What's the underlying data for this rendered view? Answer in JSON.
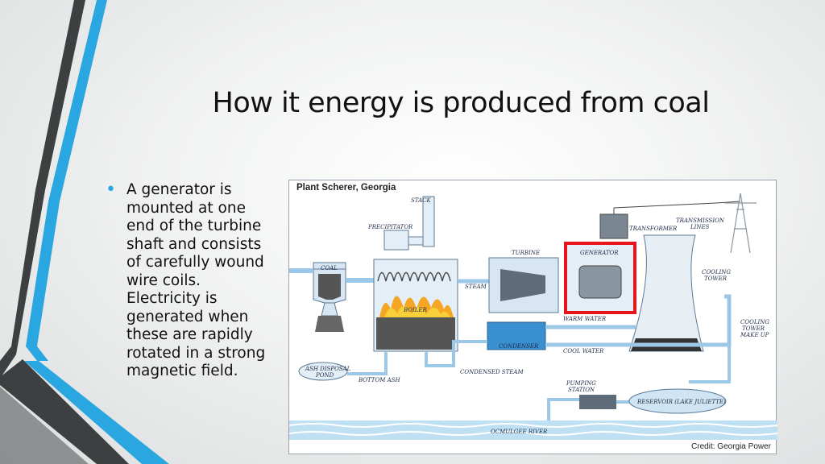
{
  "slide": {
    "title": "How it energy is produced from coal",
    "bullet": "A generator is mounted at one end of the turbine shaft and consists of carefully wound wire coils. Electricity is generated when these are rapidly rotated in a strong magnetic field."
  },
  "figure": {
    "title": "Plant Scherer, Georgia",
    "credit": "Credit: Georgia Power",
    "labels": {
      "stack": "STACK",
      "precipitator": "PRECIPITATOR",
      "coal": "COAL",
      "boiler": "BOILER",
      "steam": "STEAM",
      "turbine": "TURBINE",
      "generator": "GENERATOR",
      "transformer": "TRANSFORMER",
      "transmission_lines_1": "TRANSMISSION",
      "transmission_lines_2": "LINES",
      "cooling_tower_1": "COOLING",
      "cooling_tower_2": "TOWER",
      "makeup_1": "COOLING",
      "makeup_2": "TOWER",
      "makeup_3": "MAKE UP",
      "warm_water": "WARM WATER",
      "condenser": "CONDENSER",
      "cool_water": "COOL WATER",
      "ash_pond_1": "ASH DISPOSAL",
      "ash_pond_2": "POND",
      "bottom_ash": "BOTTOM ASH",
      "condensed_steam": "CONDENSED STEAM",
      "pumping_1": "PUMPING",
      "pumping_2": "STATION",
      "reservoir": "RESERVOIR (LAKE JULIETTE)",
      "river": "OCMULGEE RIVER"
    }
  },
  "colors": {
    "accent": "#2aa6e0",
    "dark_band": "#3d3f41",
    "highlight": "#e8141b",
    "pipe": "#9cc8e8",
    "water": "#bfe0f3"
  }
}
